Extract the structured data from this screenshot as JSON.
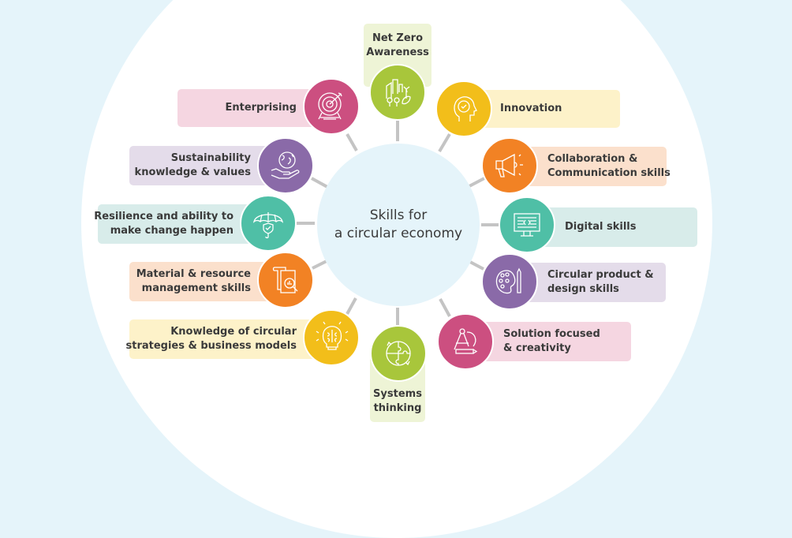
{
  "hub": {
    "title_line1": "Skills for",
    "title_line2": "a circular economy",
    "fill": "#e5f4fa"
  },
  "skills": [
    {
      "id": "net-zero",
      "line1": "Net Zero",
      "line2": "Awareness",
      "icon": "green-city-icon",
      "color": "#a8c63b",
      "label_bg": "#eef4d6"
    },
    {
      "id": "innovation",
      "line1": "Innovation",
      "line2": "",
      "icon": "head-check-icon",
      "color": "#f2be1a",
      "label_bg": "#fdf2c9"
    },
    {
      "id": "collaboration",
      "line1": "Collaboration &",
      "line2": "Communication skills",
      "icon": "megaphone-icon",
      "color": "#f28224",
      "label_bg": "#fbe0cc"
    },
    {
      "id": "digital",
      "line1": "Digital skills",
      "line2": "",
      "icon": "computer-code-icon",
      "color": "#4fbfa6",
      "label_bg": "#d8ecea"
    },
    {
      "id": "circular-product",
      "line1": "Circular product &",
      "line2": "design skills",
      "icon": "palette-icon",
      "color": "#8a6aa8",
      "label_bg": "#e4dcea"
    },
    {
      "id": "solution",
      "line1": "Solution focused",
      "line2": "& creativity",
      "icon": "compass-pencil-icon",
      "color": "#cc4f80",
      "label_bg": "#f5d6e1"
    },
    {
      "id": "systems",
      "line1": "Systems",
      "line2": "thinking",
      "icon": "puzzle-globe-icon",
      "color": "#a8c63b",
      "label_bg": "#eef4d6"
    },
    {
      "id": "knowledge",
      "line1": "Knowledge of circular",
      "line2": "strategies & business models",
      "icon": "lightbulb-brain-icon",
      "color": "#f2be1a",
      "label_bg": "#fdf2c9"
    },
    {
      "id": "material",
      "line1": "Material & resource",
      "line2": "management skills",
      "icon": "document-analysis-icon",
      "color": "#f28224",
      "label_bg": "#fbe0cc"
    },
    {
      "id": "resilience",
      "line1": "Resilience and ability to",
      "line2": "make change happen",
      "icon": "umbrella-shield-icon",
      "color": "#4fbfa6",
      "label_bg": "#d8ecea"
    },
    {
      "id": "sustainability",
      "line1": "Sustainability",
      "line2": "knowledge & values",
      "icon": "globe-hand-icon",
      "color": "#8a6aa8",
      "label_bg": "#e4dcea"
    },
    {
      "id": "enterprising",
      "line1": "Enterprising",
      "line2": "",
      "icon": "target-arrow-icon",
      "color": "#cc4f80",
      "label_bg": "#f5d6e1"
    }
  ],
  "colors": {
    "background": "#e5f4fa",
    "outer_circle": "#ffffff",
    "connector": "#c4c4c4",
    "text": "#3a3a3a"
  }
}
